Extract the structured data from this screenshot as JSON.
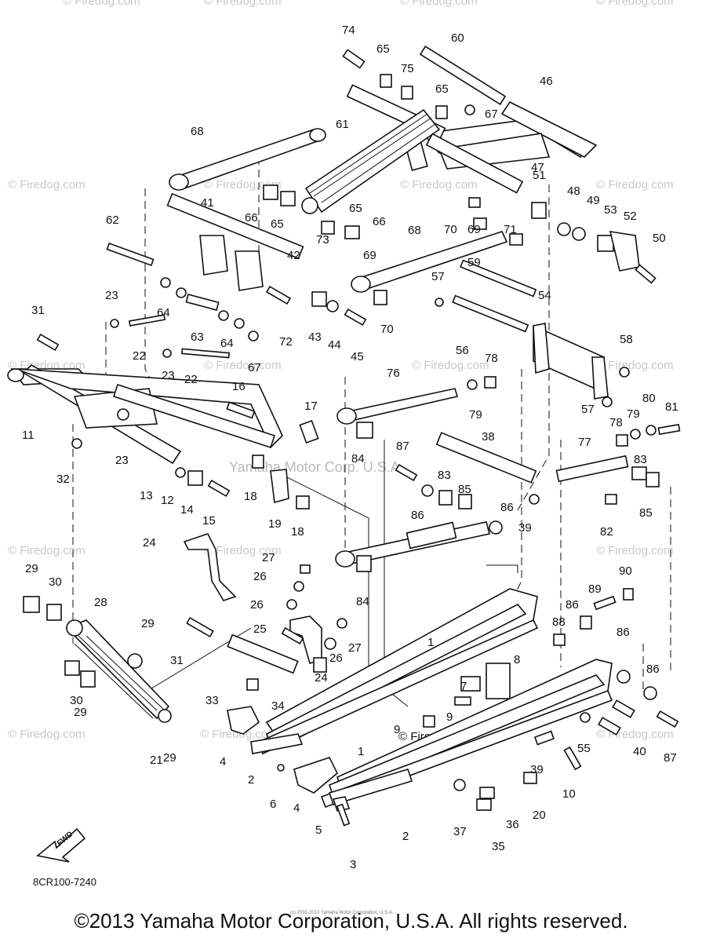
{
  "watermark": "© Firedog.com",
  "center_watermark": "Yamaha Motor Corp. U.S.A.",
  "inline_watermark": "© Firedog.com",
  "diagram_code": "8CR100-7240",
  "fwd_label": "FWD",
  "copyright": "©2013 Yamaha Motor Corporation, U.S.A. All rights reserved.",
  "mini_copyright": "(c) 2002-2010 Yamaha Motor Corporation, U.S.A.",
  "callouts": [
    "74",
    "65",
    "75",
    "60",
    "65",
    "67",
    "46",
    "68",
    "61",
    "47",
    "51",
    "48",
    "49",
    "53",
    "52",
    "50",
    "41",
    "66",
    "65",
    "65",
    "66",
    "68",
    "69",
    "70",
    "71",
    "62",
    "42",
    "73",
    "69",
    "59",
    "57",
    "64",
    "63",
    "64",
    "72",
    "43",
    "44",
    "45",
    "70",
    "56",
    "54",
    "58",
    "31",
    "23",
    "22",
    "23",
    "22",
    "67",
    "76",
    "78",
    "79",
    "57",
    "11",
    "32",
    "16",
    "17",
    "80",
    "81",
    "23",
    "13",
    "12",
    "14",
    "15",
    "18",
    "19",
    "18",
    "84",
    "87",
    "83",
    "38",
    "85",
    "78",
    "79",
    "77",
    "83",
    "86",
    "39",
    "82",
    "85",
    "86",
    "24",
    "27",
    "26",
    "26",
    "84",
    "90",
    "89",
    "29",
    "30",
    "28",
    "29",
    "25",
    "27",
    "26",
    "24",
    "31",
    "1",
    "88",
    "86",
    "86",
    "86",
    "8",
    "7",
    "9",
    "33",
    "34",
    "29",
    "30",
    "29",
    "21",
    "9",
    "39",
    "55",
    "40",
    "87",
    "4",
    "2",
    "6",
    "4",
    "1",
    "10",
    "5",
    "20",
    "37",
    "2",
    "36",
    "35",
    "3"
  ]
}
